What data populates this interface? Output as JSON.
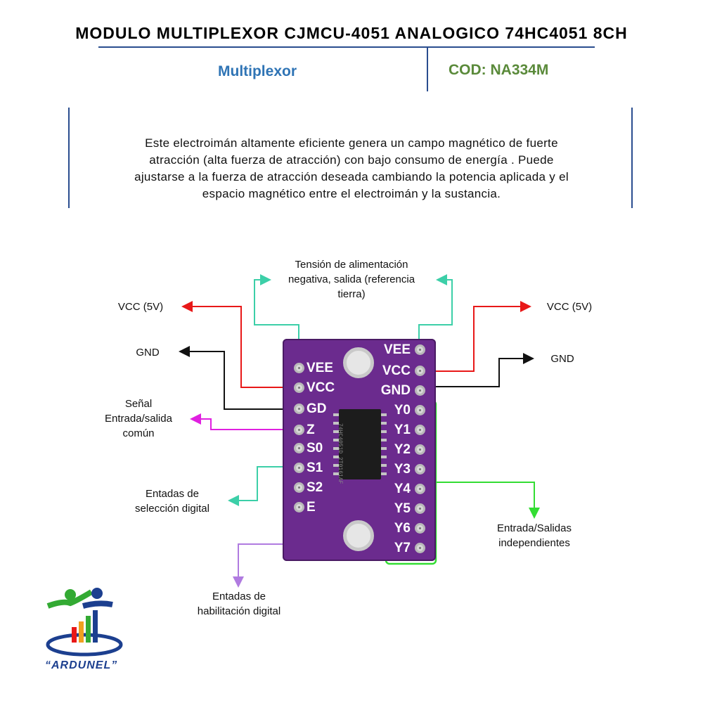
{
  "header": {
    "title": "MODULO MULTIPLEXOR CJMCU-4051 ANALOGICO 74HC4051 8CH",
    "category": "Multiplexor",
    "code": "COD: NA334M"
  },
  "description": [
    "Este electroimán altamente eficiente genera un campo magnético de fuerte",
    "atracción (alta fuerza de atracción) con bajo consumo de energía . Puede",
    "ajustarse a la fuerza de atracción deseada cambiando la potencia aplicada y el",
    "espacio magnético entre el electroimán y la sustancia."
  ],
  "labels": {
    "vee_top": [
      "Tensión de alimentación",
      "negativa, salida (referencia",
      "tierra)"
    ],
    "vcc_left": "VCC (5V)",
    "vcc_right": "VCC (5V)",
    "gnd_left": "GND",
    "gnd_right": "GND",
    "signal": [
      "Señal",
      "Entrada/salida",
      "común"
    ],
    "select": [
      "Entadas de",
      "selección digital"
    ],
    "enable": [
      "Entadas de",
      "habilitación digital"
    ],
    "io": [
      "Entrada/Salidas",
      "independientes"
    ]
  },
  "board": {
    "left_pins": [
      "VEE",
      "VCC",
      "GD",
      "Z",
      "S0",
      "S1",
      "S2",
      "E"
    ],
    "right_pins": [
      "VEE",
      "VCC",
      "GND",
      "Y0",
      "Y1",
      "Y2",
      "Y3",
      "Y4",
      "Y5",
      "Y6",
      "Y7"
    ],
    "chip_text": "74HC4051D 2T0161AF"
  },
  "logo": {
    "text": "“ARDUNEL”"
  },
  "colors": {
    "board": "#6b2b8e",
    "vcc_line": "#e81818",
    "gnd_line": "#111111",
    "vee_line": "#3ccfa8",
    "signal_line": "#e020e0",
    "select_line": "#3ccfa8",
    "enable_line": "#b07be0",
    "io_line": "#33dd33"
  }
}
